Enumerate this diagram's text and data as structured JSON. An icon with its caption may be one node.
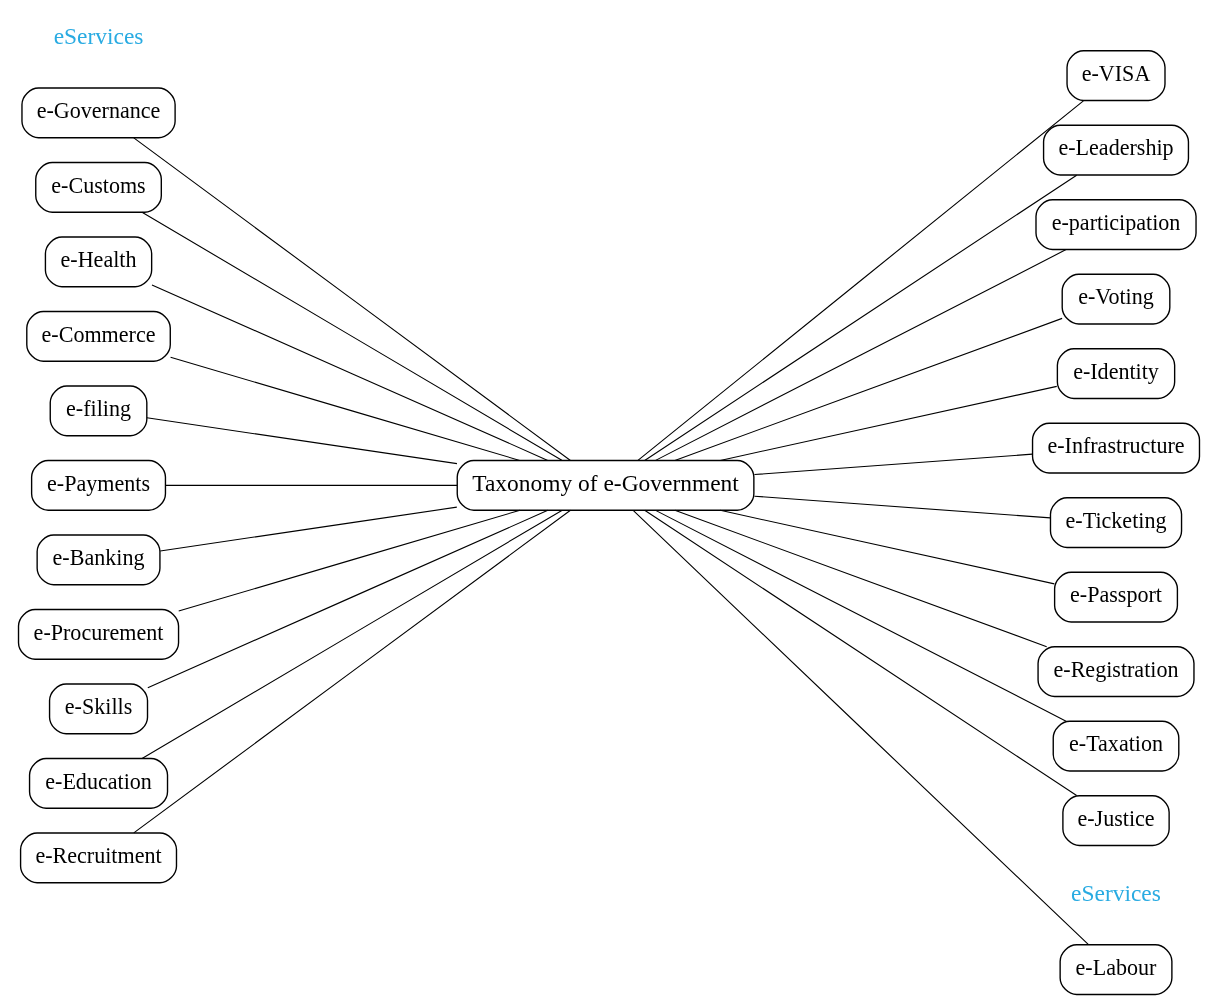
{
  "diagram": {
    "nodes": [
      {
        "text": [
          "Taxonomy of e-Government"
        ]
      },
      {
        "text": [
          "e-Governance"
        ]
      },
      {
        "text": [
          "e-Customs"
        ]
      },
      {
        "text": [
          "e-Health"
        ]
      },
      {
        "text": [
          "e-Commerce"
        ]
      },
      {
        "text": [
          "e-filing"
        ]
      },
      {
        "text": [
          "e-Payments"
        ]
      },
      {
        "text": [
          "e-Banking"
        ]
      },
      {
        "text": [
          "e-Procurement"
        ]
      },
      {
        "text": [
          "e-Skills"
        ]
      },
      {
        "text": [
          "e-Education"
        ]
      },
      {
        "text": [
          "e-Recruitment"
        ]
      },
      {
        "text": [
          "e-Labour"
        ]
      },
      {
        "text": [
          "e-VISA"
        ]
      },
      {
        "text": [
          "e-Leadership"
        ]
      },
      {
        "text": [
          "e-participation"
        ]
      },
      {
        "text": [
          "e-Voting"
        ]
      },
      {
        "text": [
          "e-Identity"
        ]
      },
      {
        "text": [
          "e-Infrastructure"
        ]
      },
      {
        "text": [
          "e-Ticketing"
        ]
      },
      {
        "text": [
          "e-Passport"
        ]
      },
      {
        "text": [
          "e-Registration"
        ]
      },
      {
        "text": [
          "e-Taxation"
        ]
      },
      {
        "text": [
          "e-Justice"
        ]
      }
    ],
    "edges": [
      {
        "from": 1,
        "to": 0,
        "arrow": "none"
      },
      {
        "from": 2,
        "to": 0,
        "arrow": "none"
      },
      {
        "from": 3,
        "to": 0,
        "arrow": "none"
      },
      {
        "from": 4,
        "to": 0,
        "arrow": "none"
      },
      {
        "from": 5,
        "to": 0,
        "arrow": "none"
      },
      {
        "from": 6,
        "to": 0,
        "arrow": "none"
      },
      {
        "from": 7,
        "to": 0,
        "arrow": "none"
      },
      {
        "from": 8,
        "to": 0,
        "arrow": "none"
      },
      {
        "from": 9,
        "to": 0,
        "arrow": "none"
      },
      {
        "from": 10,
        "to": 0,
        "arrow": "none"
      },
      {
        "from": 11,
        "to": 0,
        "arrow": "none"
      },
      {
        "from": 0,
        "to": 12,
        "arrow": "none"
      },
      {
        "from": 0,
        "to": 13,
        "arrow": "none"
      },
      {
        "from": 0,
        "to": 14,
        "arrow": "none"
      },
      {
        "from": 0,
        "to": 15,
        "arrow": "none"
      },
      {
        "from": 0,
        "to": 16,
        "arrow": "none"
      },
      {
        "from": 0,
        "to": 17,
        "arrow": "none"
      },
      {
        "from": 0,
        "to": 18,
        "arrow": "none"
      },
      {
        "from": 0,
        "to": 19,
        "arrow": "none"
      },
      {
        "from": 0,
        "to": 20,
        "arrow": "none"
      },
      {
        "from": 0,
        "to": 21,
        "arrow": "none"
      },
      {
        "from": 0,
        "to": 22,
        "arrow": "none"
      },
      {
        "from": 0,
        "to": 23,
        "arrow": "none"
      }
    ],
    "labels": [
      "eServices",
      "eServices"
    ]
  }
}
